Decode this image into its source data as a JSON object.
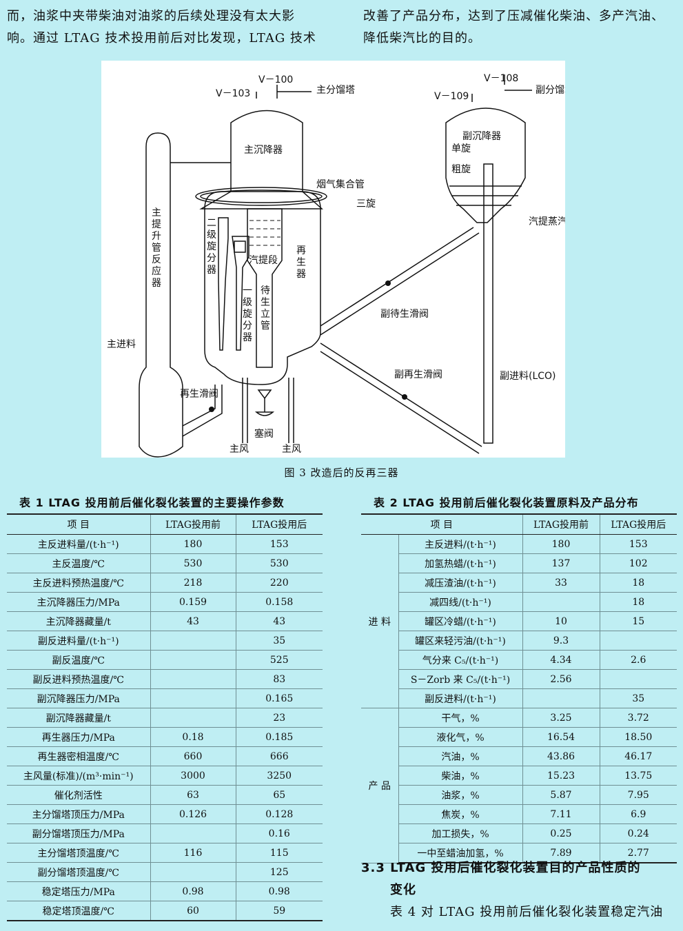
{
  "top_text": {
    "left_lines": [
      "而，油浆中夹带柴油对油浆的后续处理没有太大影",
      "响。通过 LTAG 技术投用前后对比发现，LTAG 技术"
    ],
    "right_lines": [
      "改善了产品分布，达到了压减催化柴油、多产汽油、",
      "降低柴汽比的目的。"
    ]
  },
  "figure": {
    "caption": "图 3  改造后的反再三器",
    "labels": {
      "v100": "V－100",
      "v103": "V－103",
      "main_fractionator": "主分馏塔",
      "v108": "V－108",
      "v109": "V－109",
      "sub_fractionator": "副分馏塔",
      "main_settler": "主沉降器",
      "sub_settler": "副沉降器",
      "single_cyclone": "单旋",
      "coarse_cyclone": "粗旋",
      "flue_gas_header": "烟气集合管",
      "third_cyclone": "三旋",
      "strip_steam": "汽提蒸汽",
      "main_riser": "主提升管反应器",
      "secondary_cyclone": "二级旋分器",
      "primary_cyclone": "一级旋分器",
      "stripping_section": "汽提段",
      "spent_standpipe": "待生立管",
      "regenerator": "再生器",
      "sub_spent_valve": "副待生滑阀",
      "sub_regen_valve": "副再生滑阀",
      "sub_feed": "副进料(LCO)",
      "main_feed": "主进料",
      "regen_valve": "再生滑阀",
      "plug_valve": "塞阀",
      "main_air_left": "主风",
      "main_air_right": "主风"
    }
  },
  "table1": {
    "title": "表 1  LTAG 投用前后催化裂化装置的主要操作参数",
    "headers": [
      "项  目",
      "LTAG投用前",
      "LTAG投用后"
    ],
    "rows": [
      [
        "主反进料量/(t·h⁻¹)",
        "180",
        "153"
      ],
      [
        "主反温度/℃",
        "530",
        "530"
      ],
      [
        "主反进料预热温度/℃",
        "218",
        "220"
      ],
      [
        "主沉降器压力/MPa",
        "0.159",
        "0.158"
      ],
      [
        "主沉降器藏量/t",
        "43",
        "43"
      ],
      [
        "副反进料量/(t·h⁻¹)",
        "",
        "35"
      ],
      [
        "副反温度/℃",
        "",
        "525"
      ],
      [
        "副反进料预热温度/℃",
        "",
        "83"
      ],
      [
        "副沉降器压力/MPa",
        "",
        "0.165"
      ],
      [
        "副沉降器藏量/t",
        "",
        "23"
      ],
      [
        "再生器压力/MPa",
        "0.18",
        "0.185"
      ],
      [
        "再生器密相温度/℃",
        "660",
        "666"
      ],
      [
        "主风量(标准)/(m³·min⁻¹)",
        "3000",
        "3250"
      ],
      [
        "催化剂活性",
        "63",
        "65"
      ],
      [
        "主分馏塔顶压力/MPa",
        "0.126",
        "0.128"
      ],
      [
        "副分馏塔顶压力/MPa",
        "",
        "0.16"
      ],
      [
        "主分馏塔顶温度/℃",
        "116",
        "115"
      ],
      [
        "副分馏塔顶温度/℃",
        "",
        "125"
      ],
      [
        "稳定塔压力/MPa",
        "0.98",
        "0.98"
      ],
      [
        "稳定塔顶温度/℃",
        "60",
        "59"
      ]
    ]
  },
  "table2": {
    "title": "表 2  LTAG 投用前后催化裂化装置原料及产品分布",
    "headers": [
      "项  目",
      "LTAG投用前",
      "LTAG投用后"
    ],
    "groups": [
      {
        "name": "进  料",
        "rows": [
          [
            "主反进料/(t·h⁻¹)",
            "180",
            "153"
          ],
          [
            "加氢热蜡/(t·h⁻¹)",
            "137",
            "102"
          ],
          [
            "减压渣油/(t·h⁻¹)",
            "33",
            "18"
          ],
          [
            "减四线/(t·h⁻¹)",
            "",
            "18"
          ],
          [
            "罐区冷蜡/(t·h⁻¹)",
            "10",
            "15"
          ],
          [
            "罐区来轻污油/(t·h⁻¹)",
            "9.3",
            ""
          ],
          [
            "气分来 C₅/(t·h⁻¹)",
            "4.34",
            "2.6"
          ],
          [
            "S－Zorb 来 C₅/(t·h⁻¹)",
            "2.56",
            ""
          ],
          [
            "副反进料/(t·h⁻¹)",
            "",
            "35"
          ]
        ]
      },
      {
        "name": "产  品",
        "rows": [
          [
            "干气，%",
            "3.25",
            "3.72"
          ],
          [
            "液化气，%",
            "16.54",
            "18.50"
          ],
          [
            "汽油，%",
            "43.86",
            "46.17"
          ],
          [
            "柴油，%",
            "15.23",
            "13.75"
          ],
          [
            "油浆，%",
            "5.87",
            "7.95"
          ],
          [
            "焦炭，%",
            "7.11",
            "6.9"
          ],
          [
            "加工损失，%",
            "0.25",
            "0.24"
          ],
          [
            "一中至蜡油加氢，%",
            "7.89",
            "2.77"
          ]
        ]
      }
    ]
  },
  "section": {
    "heading_line1": "3.3  LTAG 投用后催化裂化装置目的产品性质的",
    "heading_line2": "变化",
    "body": "表 4 对 LTAG 投用前后催化裂化装置稳定汽油"
  }
}
